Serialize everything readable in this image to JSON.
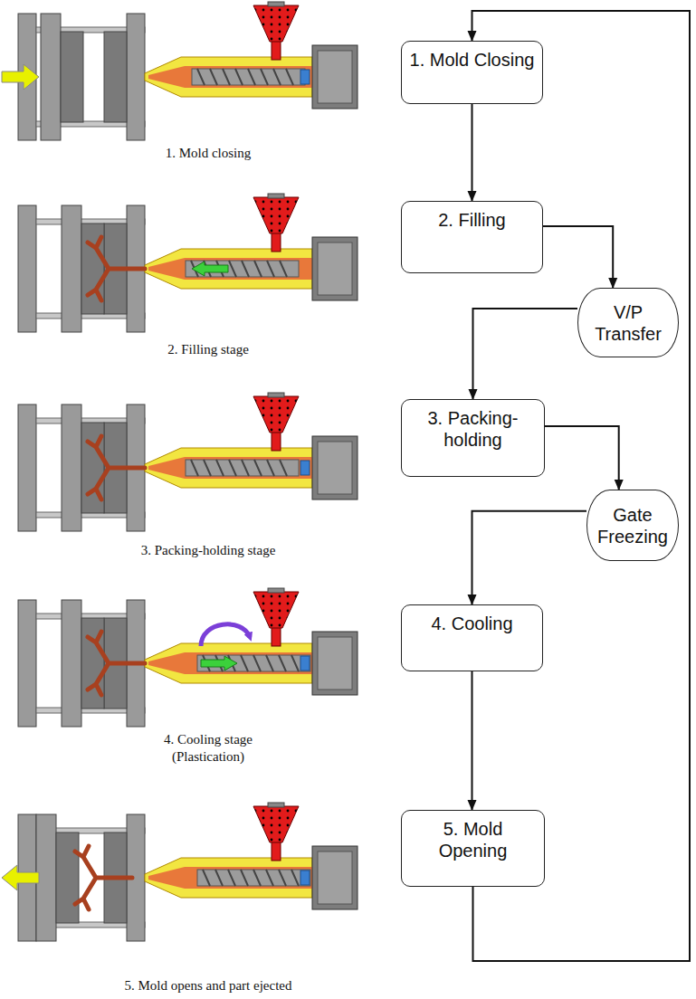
{
  "diagram": {
    "nodes": [
      {
        "text": [
          "1. Mold Closing"
        ]
      },
      {
        "text": [
          "2. Filling"
        ]
      },
      {
        "text": [
          "V/P Transfer"
        ]
      },
      {
        "text": [
          "3. Packing-holding"
        ]
      },
      {
        "text": [
          "Gate Freezing"
        ]
      },
      {
        "text": [
          "4. Cooling"
        ]
      },
      {
        "text": [
          "5. Mold Opening"
        ]
      }
    ],
    "edges": [
      {
        "from": 0,
        "to": 1,
        "arrow": "to"
      },
      {
        "from": 1,
        "to": 2,
        "arrow": "to"
      },
      {
        "from": 2,
        "to": 3,
        "arrow": "to"
      },
      {
        "from": 3,
        "to": 4,
        "arrow": "to"
      },
      {
        "from": 4,
        "to": 5,
        "arrow": "to"
      },
      {
        "from": 5,
        "to": 6,
        "arrow": "to"
      },
      {
        "from": 6,
        "to": 0,
        "arrow": "to"
      }
    ],
    "labels": [
      "1. Mold closing",
      "2. Filling stage",
      "3. Packing-holding stage",
      "4. Cooling stage (Plastication)",
      "5. Mold opens and part ejected"
    ]
  }
}
